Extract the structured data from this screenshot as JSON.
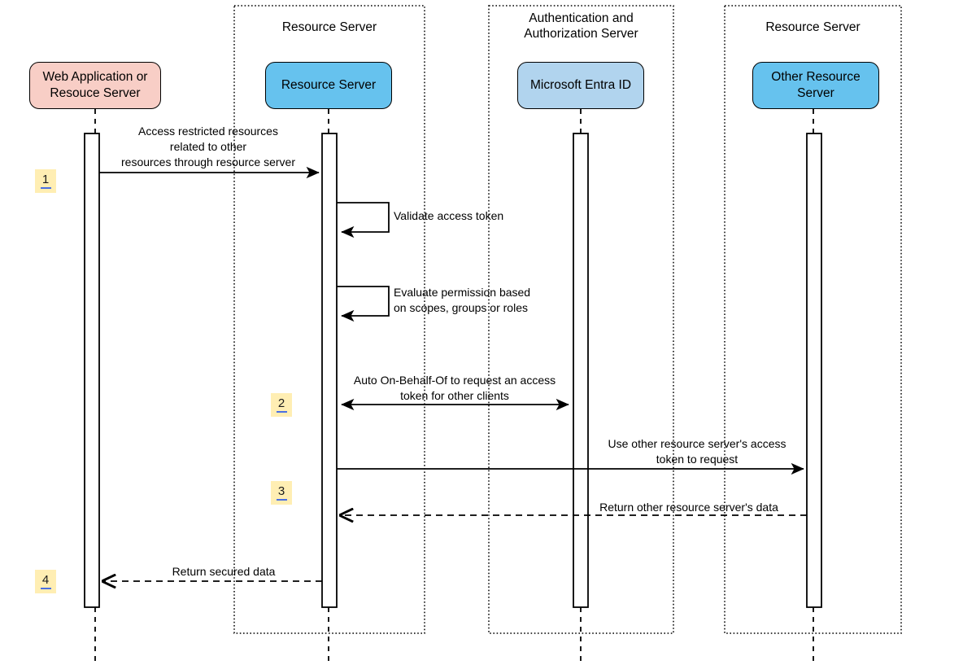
{
  "diagram": {
    "title": "OAuth On-Behalf-Of sequence diagram",
    "type": "sequence-diagram",
    "colors": {
      "client_box_fill": "#f8cec6",
      "resource_box_fill": "#66c2ee",
      "entra_box_fill": "#b1d4ee",
      "other_resource_box_fill": "#66c2ee",
      "stroke": "#000000",
      "marker_fill": "#ffeeb3",
      "marker_underline": "#4a6fe3",
      "background": "#ffffff"
    },
    "groups": [
      {
        "id": "group-resource-server",
        "label": "Resource Server"
      },
      {
        "id": "group-auth-server",
        "label": "Authentication and\nAuthorization Server"
      },
      {
        "id": "group-other-resource-server",
        "label": "Resource Server"
      }
    ],
    "participants": [
      {
        "id": "web-app",
        "label": "Web Application or\nResouce Server"
      },
      {
        "id": "resource-server",
        "label": "Resource Server"
      },
      {
        "id": "entra-id",
        "label": "Microsoft Entra ID"
      },
      {
        "id": "other-resource-server",
        "label": "Other Resource\nServer"
      }
    ],
    "messages": [
      {
        "id": "msg-1",
        "label": "Access restricted resources\nrelated to other\nresources through resource server",
        "from": "web-app",
        "to": "resource-server",
        "style": "solid",
        "direction": "right"
      },
      {
        "id": "msg-validate",
        "label": "Validate access token",
        "from": "resource-server",
        "to": "resource-server",
        "style": "solid",
        "direction": "self"
      },
      {
        "id": "msg-evaluate",
        "label": "Evaluate permission based\non scopes, groups or roles",
        "from": "resource-server",
        "to": "resource-server",
        "style": "solid",
        "direction": "self"
      },
      {
        "id": "msg-2",
        "label": "Auto On-Behalf-Of to request an access\ntoken for other clients",
        "from": "resource-server",
        "to": "entra-id",
        "style": "solid",
        "direction": "both"
      },
      {
        "id": "msg-3",
        "label": "Use other resource server's access\ntoken to request",
        "from": "resource-server",
        "to": "other-resource-server",
        "style": "solid",
        "direction": "right"
      },
      {
        "id": "msg-3-return",
        "label": "Return other resource server's data",
        "from": "other-resource-server",
        "to": "resource-server",
        "style": "dashed",
        "direction": "left"
      },
      {
        "id": "msg-4",
        "label": "Return secured data",
        "from": "resource-server",
        "to": "web-app",
        "style": "dashed",
        "direction": "left"
      }
    ],
    "step_markers": [
      {
        "id": "step-1",
        "number": "1"
      },
      {
        "id": "step-2",
        "number": "2"
      },
      {
        "id": "step-3",
        "number": "3"
      },
      {
        "id": "step-4",
        "number": "4"
      }
    ]
  }
}
